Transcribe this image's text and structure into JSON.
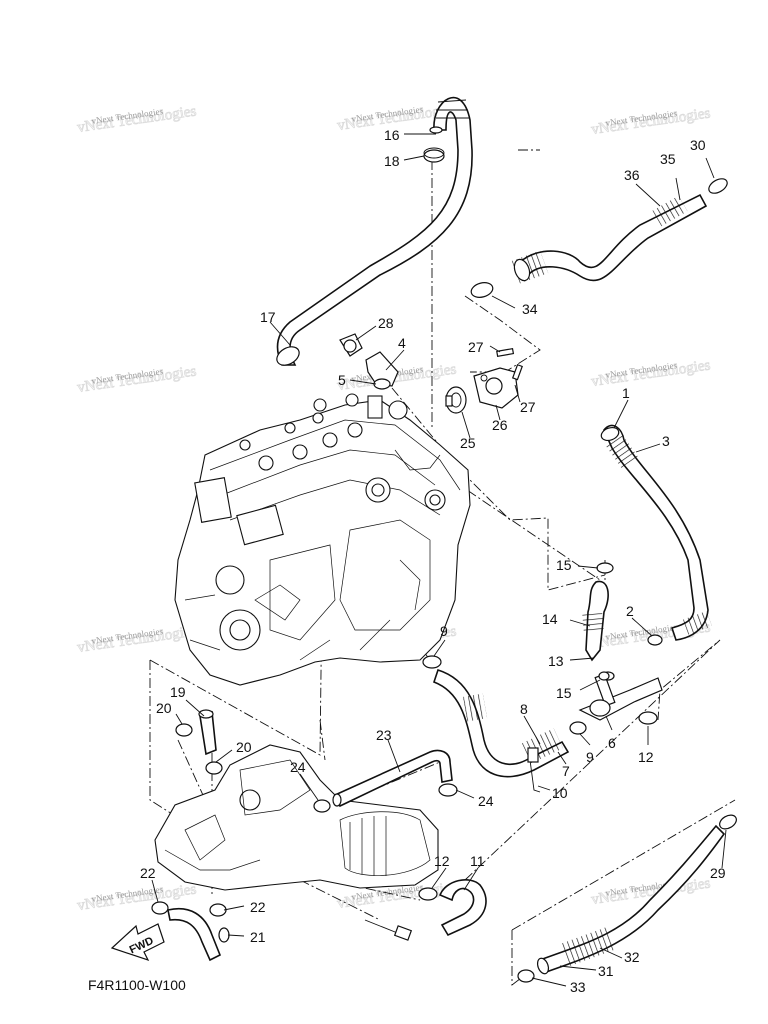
{
  "diagram": {
    "code": "F4R1100-W100",
    "fwd_label": "FWD",
    "watermark": "vNext Technologies",
    "callouts": [
      {
        "id": "c1",
        "text": "1"
      },
      {
        "id": "c2",
        "text": "2"
      },
      {
        "id": "c3",
        "text": "3"
      },
      {
        "id": "c4",
        "text": "4"
      },
      {
        "id": "c5",
        "text": "5"
      },
      {
        "id": "c6",
        "text": "6"
      },
      {
        "id": "c7",
        "text": "7"
      },
      {
        "id": "c8",
        "text": "8"
      },
      {
        "id": "c9a",
        "text": "9"
      },
      {
        "id": "c9b",
        "text": "9"
      },
      {
        "id": "c10",
        "text": "10"
      },
      {
        "id": "c11",
        "text": "11"
      },
      {
        "id": "c12a",
        "text": "12"
      },
      {
        "id": "c12b",
        "text": "12"
      },
      {
        "id": "c13",
        "text": "13"
      },
      {
        "id": "c14",
        "text": "14"
      },
      {
        "id": "c15a",
        "text": "15"
      },
      {
        "id": "c15b",
        "text": "15"
      },
      {
        "id": "c16",
        "text": "16"
      },
      {
        "id": "c17",
        "text": "17"
      },
      {
        "id": "c18",
        "text": "18"
      },
      {
        "id": "c19",
        "text": "19"
      },
      {
        "id": "c20a",
        "text": "20"
      },
      {
        "id": "c20b",
        "text": "20"
      },
      {
        "id": "c21",
        "text": "21"
      },
      {
        "id": "c22a",
        "text": "22"
      },
      {
        "id": "c22b",
        "text": "22"
      },
      {
        "id": "c23",
        "text": "23"
      },
      {
        "id": "c24a",
        "text": "24"
      },
      {
        "id": "c24b",
        "text": "24"
      },
      {
        "id": "c25",
        "text": "25"
      },
      {
        "id": "c26",
        "text": "26"
      },
      {
        "id": "c27a",
        "text": "27"
      },
      {
        "id": "c27b",
        "text": "27"
      },
      {
        "id": "c28",
        "text": "28"
      },
      {
        "id": "c29",
        "text": "29"
      },
      {
        "id": "c30",
        "text": "30"
      },
      {
        "id": "c31",
        "text": "31"
      },
      {
        "id": "c32",
        "text": "32"
      },
      {
        "id": "c33",
        "text": "33"
      },
      {
        "id": "c34",
        "text": "34"
      },
      {
        "id": "c35",
        "text": "35"
      },
      {
        "id": "c36",
        "text": "36"
      }
    ]
  }
}
